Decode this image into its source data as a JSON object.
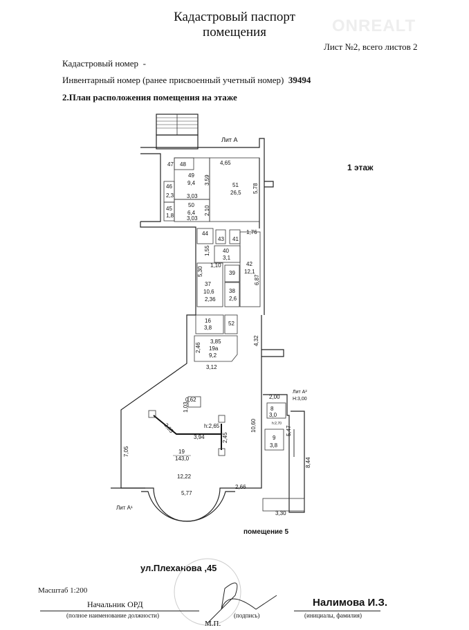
{
  "header": {
    "title_line1": "Кадастровый паспорт",
    "title_line2": "помещения",
    "sheet": "Лист №2, всего листов 2",
    "watermark": "ONREALT"
  },
  "fields": {
    "cadastral_label": "Кадастровый номер",
    "cadastral_value": "-",
    "inventory_label": "Инвентарный номер (ранее присвоенный учетный номер)",
    "inventory_value": "39494",
    "section_title": "2.План расположения помещения на этаже"
  },
  "plan": {
    "floor": "1 этаж",
    "lit_a": "Лит А",
    "lit_a1": "Лит А¹",
    "lit_a2": "Лит А²",
    "height_a2": "Н:3,00",
    "rooms": [
      {
        "no": "48"
      },
      {
        "no": "47"
      },
      {
        "no": "49",
        "area": "9,4"
      },
      {
        "no": "46",
        "area": "2,3"
      },
      {
        "no": "45",
        "area": "1,8"
      },
      {
        "no": "50",
        "area": "6,4"
      },
      {
        "no": "51",
        "area": "26,5"
      },
      {
        "no": "44"
      },
      {
        "no": "43"
      },
      {
        "no": "41"
      },
      {
        "no": "40",
        "area": "3,1"
      },
      {
        "no": "42",
        "area": "12,1"
      },
      {
        "no": "39"
      },
      {
        "no": "37",
        "area": "10,6"
      },
      {
        "no": "38",
        "area": "2,6"
      },
      {
        "no": "16",
        "area": "3,8"
      },
      {
        "no": "52"
      },
      {
        "no": "19а",
        "area": "9,2"
      },
      {
        "no": "8",
        "area": "3,0"
      },
      {
        "no": "9",
        "area": "3,8"
      },
      {
        "no": "19",
        "area": "143,0"
      }
    ],
    "dims": [
      "4,65",
      "5,78",
      "3,59",
      "3,03",
      "2,10",
      "3,03",
      "1,76",
      "1,55",
      "1,10",
      "5,30",
      "6,87",
      "2,36",
      "4,32",
      "3,85",
      "2,46",
      "3,12",
      "0,62",
      "1,03",
      "2,05",
      "h:2,65",
      "3,94",
      "2,45",
      "7,05",
      "10,60",
      "2,00",
      "h:2,70",
      "5,47",
      "8,44",
      "12,22",
      "5,77",
      "2,66",
      "3,30"
    ],
    "premises": "помещение 5",
    "address": "ул.Плеханова ,45"
  },
  "footer": {
    "scale": "Масштаб 1:200",
    "position": "Начальник ОРД",
    "position_caption": "(полное наименование должности)",
    "signature_caption": "(подпись)",
    "name": "Налимова И.З.",
    "name_caption": "(инициалы, фамилия)",
    "stamp": "М.П."
  }
}
